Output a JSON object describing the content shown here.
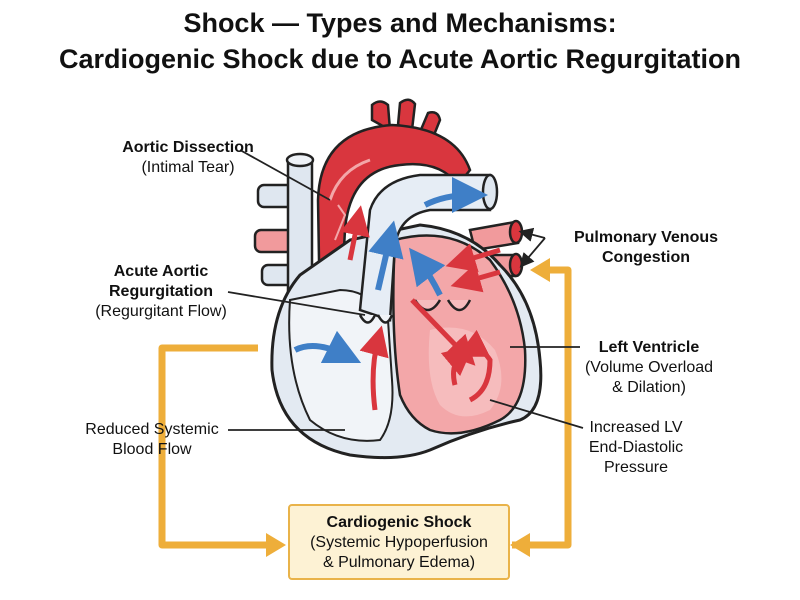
{
  "title": {
    "line1": "Shock — Types and Mechanisms:",
    "line2": "Cardiogenic Shock due to Acute Aortic Regurgitation"
  },
  "labels": {
    "aortic_dissection": {
      "title": "Aortic Dissection",
      "subtitle": "(Intimal Tear)"
    },
    "acute_ar": {
      "title_line1": "Acute Aortic",
      "title_line2": "Regurgitation",
      "subtitle": "(Regurgitant Flow)"
    },
    "pulmonary_congestion": {
      "line1": "Pulmonary Venous",
      "line2": "Congestion"
    },
    "left_ventricle": {
      "title": "Left Ventricle",
      "subtitle_line1": "(Volume Overload",
      "subtitle_line2": "& Dilation)"
    },
    "reduced_flow": {
      "line1": "Reduced Systemic",
      "line2": "Blood Flow"
    },
    "lvedp": {
      "line1": "Increased LV",
      "line2": "End-Diastolic",
      "line3": "Pressure"
    }
  },
  "shock_box": {
    "title": "Cardiogenic Shock",
    "line1": "(Systemic Hypoperfusion",
    "line2": "& Pulmonary Edema)"
  },
  "colors": {
    "oxygenated": "#d9363e",
    "oxygenated_light": "#f3a7a9",
    "deoxygenated": "#e9eef5",
    "venous_blue": "#3f7fc7",
    "flow_arrow_orange": "#eeae3a",
    "box_fill": "#fdf2d4"
  }
}
